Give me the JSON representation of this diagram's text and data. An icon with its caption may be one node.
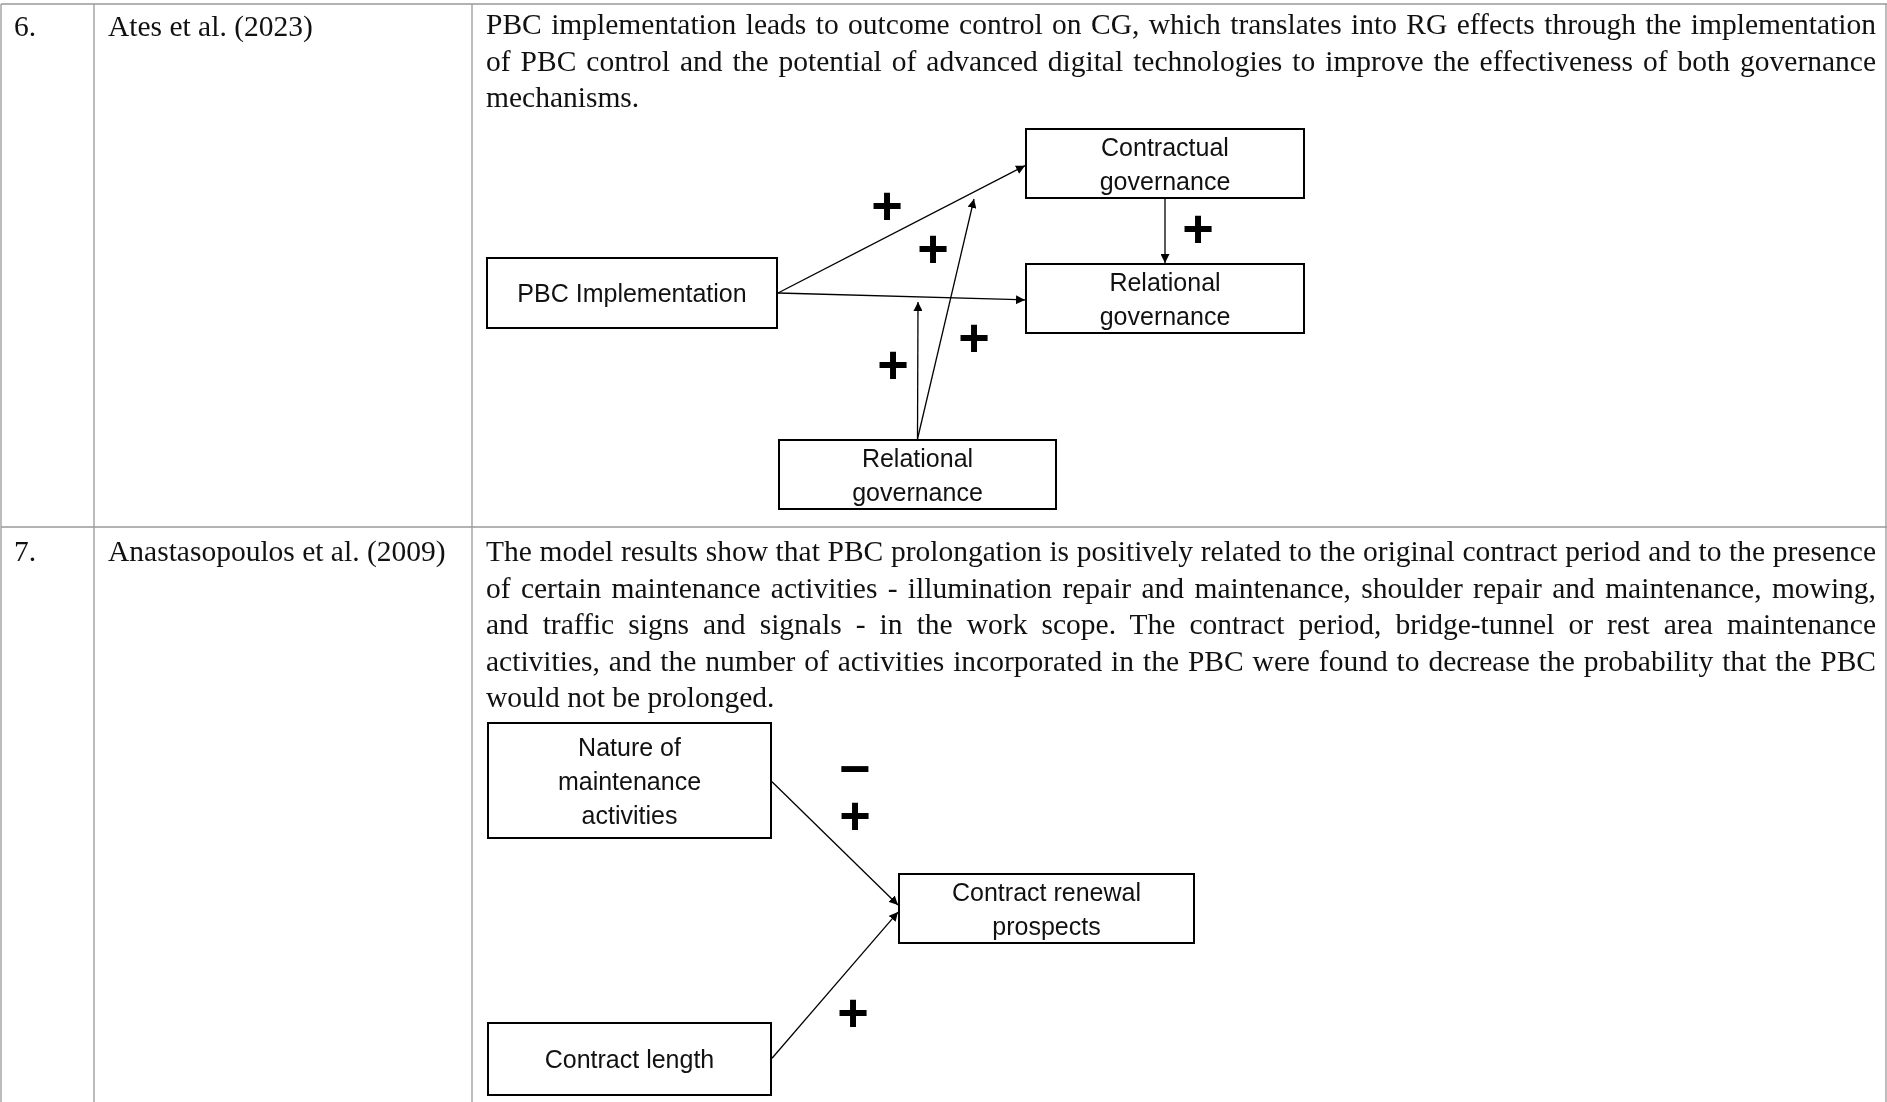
{
  "diagram": {
    "nodes": [
      {
        "text": [
          "Contractual governance"
        ]
      },
      {
        "text": [
          "PBC Implementation"
        ]
      },
      {
        "text": [
          "Relational governance"
        ]
      },
      {
        "text": [
          "Relational governance"
        ]
      },
      {
        "text": [
          "Nature of maintenance activities"
        ]
      },
      {
        "text": [
          "Contract renewal prospects"
        ]
      },
      {
        "text": [
          "Contract length"
        ]
      }
    ],
    "edges": [
      {
        "from": 1,
        "to": 0,
        "arrow": "to"
      },
      {
        "from": 0,
        "to": 2,
        "arrow": "to"
      },
      {
        "from": 1,
        "to": 2,
        "arrow": "to"
      },
      {
        "from": 3,
        "to": null,
        "arrow": "to"
      },
      {
        "from": 3,
        "to": null,
        "arrow": "to"
      },
      {
        "from": 4,
        "to": 5,
        "arrow": "to"
      },
      {
        "from": 6,
        "to": 5,
        "arrow": "to"
      }
    ],
    "labels": [
      "6.",
      "Ates et al. (2023)",
      "PBC implementation leads to outcome control on CG, which translates into RG effects through the implementation of PBC control and the potential of advanced digital technologies to improve the effectiveness of both governance mechanisms.",
      "+",
      "+",
      "+",
      "+",
      "+",
      "7.",
      "Anastasopoulos et al. (2009)",
      "The model results show that PBC prolongation is positively related to the original contract period and to the presence of certain maintenance activities - illumination repair and maintenance, shoulder repair and maintenance, mowing, and traffic signs and signals - in the work scope. The contract period, bridge-tunnel or rest area maintenance activities, and the number of activities incorporated in the PBC were found to decrease the probability that the PBC would not be prolonged.",
      "−",
      "+",
      "+"
    ]
  }
}
